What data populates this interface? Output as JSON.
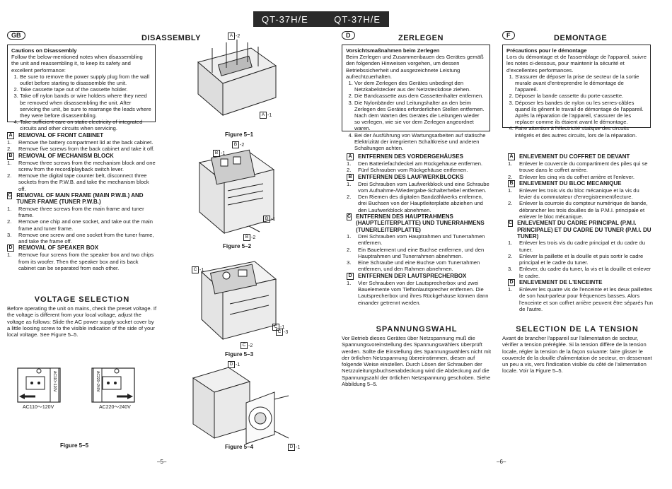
{
  "header": {
    "model_left": "QT-37H/E",
    "model_right": "QT-37H/E"
  },
  "page_numbers": {
    "left": "–5–",
    "right": "–6–"
  },
  "en": {
    "badge": "GB",
    "title": "DISASSEMBLY",
    "cautions_title": "Cautions on Disassembly",
    "cautions_intro": "Follow the below-mentioned notes when disassembling the unit and reassembling it, to keep its safety and excellent performance:",
    "cautions": [
      "Be sure to remove the power supply plug from the wall outlet before starting to disassemble the unit.",
      "Take cassette tape out of the cassette holder.",
      "Take off nylon bands or wire holders where they need be removed when disassembling the unit. After servicing the unit, be sure to rearrange the leads where they were before disassembling.",
      "Take sufficient care on static electricity of integrated circuits and other circuits when servicing."
    ],
    "sections": [
      {
        "letter": "A",
        "title": "REMOVAL OF FRONT CABINET",
        "items": [
          "Remove the battery compartment lid at the back cabinet.",
          "Remove five screws from the back cabinet and take it off."
        ]
      },
      {
        "letter": "B",
        "title": "REMOVAL OF MECHANISM BLOCK",
        "items": [
          "Remove three screws from the mechanism block and one screw from the record/playback switch lever.",
          "Remove the digital tape counter belt, disconnect three sockets from the P.W.B. and take the mechanism block off."
        ]
      },
      {
        "letter": "C",
        "title": "REMOVAL OF MAIN FRAME (MAIN P.W.B.) AND TUNER FRAME (TUNER P.W.B.)",
        "items": [
          "Remove three screws from the main frame and tuner frame.",
          "Remove one chip and one socket, and take out the main frame and tuner frame.",
          "Remove one screw and one socket from the tuner frame, and take the frame off."
        ]
      },
      {
        "letter": "D",
        "title": "REMOVAL OF SPEAKER BOX",
        "items": [
          "Remove four screws from the speaker box and two chips from its woofer. Then the speaker box and its back cabinet can be separated from each other."
        ]
      }
    ],
    "voltage_title": "VOLTAGE SELECTION",
    "voltage_text": "Before operating the unit on mains, check the preset voltage. If the voltage is different from your local voltage, adjust the voltage as follows: Slide the AC power supply socket cover by a little loosing screw to the visible indication of the side of your local voltage. See Figure 5–5.",
    "switch_left": "AC110～120V",
    "switch_right": "AC220～240V",
    "switch_left_mark": "AC110~120V",
    "switch_right_mark": "AC220~240V",
    "fig55": "Figure 5–5"
  },
  "de": {
    "badge": "D",
    "title": "ZERLEGEN",
    "cautions_title": "Vorsichtsmaßnahmen beim Zerlegen",
    "cautions_intro": "Beim Zerlegen und Zusammenbauen des Gerätes gemäß den folgenden Hinweisen vorgehen, um dessen Betriebssicherheit und ausgezeichnete Leistung aufrechtzuerhalten.",
    "cautions": [
      "Vor dem Zerlegen des Gerätes unbedingt den Netzkabelstecker aus der Netzsteckdose ziehen.",
      "Die Bandcassette aus dem Cassettenhalter entfernen.",
      "Die Nylonbänder und Leitungshalter an den beim Zerlegen des Gerätes erforderlichen Stellen entfernen. Nach dem Warten des Gerätes die Leitungen wieder so verlegen, wie sie vor dem Zerlegen angeordnet waren.",
      "Bei der Ausführung von Wartungsarbeiten auf statische Elektrizität der integrierten Schaltkreise und anderen Schaltungen achten."
    ],
    "sections": [
      {
        "letter": "A",
        "title": "ENTFERNEN DES VORDERGEHÄUSES",
        "items": [
          "Den Batteriefachdeckel am Rückgehäuse entfernen.",
          "Fünf Schrauben vom Rückgehäuse entfernen."
        ]
      },
      {
        "letter": "B",
        "title": "ENTFERNEN DES LAUFWERKBLOCKS",
        "items": [
          "Drei Schrauben vom Laufwerkblock und eine Schraube vom Aufnahme-/Wiedergabe-Schalterhebel entfernen.",
          "Den Riemen des digitalen Bandzählwerks entfernen, drei Buchsen von der Hauptleiterplatte abziehen und den Laufwerkblock abnehmen."
        ]
      },
      {
        "letter": "C",
        "title": "ENTFERNEN DES HAUPTRAHMENS (HAUPTLEITERPLATTE) UND TUNERRAHMENS (TUNERLEITERPLATTE)",
        "items": [
          "Drei Schrauben vom Hauptrahmen und Tunerrahmen entfernen.",
          "Ein Bauelement und eine Buchse entfernen, und den Hauptrahmen und Tunerrahmen abnehmen.",
          "Eine Schraube und eine Buchse vom Tunerrahmen entfernen, und den Rahmen abnehmen."
        ]
      },
      {
        "letter": "D",
        "title": "ENTFERNEN DER LAUTSPRECHERBOX",
        "items": [
          "Vier Schrauben von der Lautsprecherbox und zwei Bauelemente vom Tieftonlautsprecher entfernen. Die Lautsprecherbox und ihres Rückgehäuse können dann einander getrennt werden."
        ]
      }
    ],
    "voltage_title": "SPANNUNGSWAHL",
    "voltage_text": "Vor Betrieb dieses Gerätes über Netzspannung muß die Spannungsvoreinstellung des Spannungswählers überprüft werden. Sollte die Einstellung des Spannungswählers nicht mit der örtlichen Netzspannung übereinstimmen, diesen auf folgende Weise einstellen. Durch Lösen der Schrauben der Netzzuleitungsbuchsenabdeckung wird die Abdeckung auf die Spannungszahl der örtlichen Netzspannung geschoben. Siehe Abbildung 5–5."
  },
  "fr": {
    "badge": "F",
    "title": "DEMONTAGE",
    "cautions_title": "Précautions pour le démontage",
    "cautions_intro": "Lors du démontage et de l'assemblage de l'appareil, suivre les notes ci-dessous, pour maintenir la sécurité et d'excellentes performances.",
    "cautions": [
      "S'assurer de déposer la prise de secteur de la sortie murale avant d'entreprendre le démontage de l'appareil.",
      "Déposer la bande cassette du porte-cassette.",
      "Déposer les bandes de nylon ou les serres-câbles quand ils gênent le travail de démontage de l'appareil. Après la réparation de l'appareil, s'assurer de les replacer comme ils étaient avant le démontage.",
      "Faire attention à l'électricité statique des circuits intégrés et des autres circuits, lors de la réparation."
    ],
    "sections": [
      {
        "letter": "A",
        "title": "ENLEVEMENT DU COFFRET DE DEVANT",
        "items": [
          "Enlever le couvercle du compartiment des piles qui se trouve dans le coffret arrière.",
          "Enlever les cinq vis du coffret arrière et l'enlever."
        ]
      },
      {
        "letter": "B",
        "title": "ENLEVEMENT DU BLOC MECANIQUE",
        "items": [
          "Enlever les trois vis du bloc mécanique et la vis du levier du commutateur d'enregistrement/lecture.",
          "Enlever la courroie du compteur numérique de bande, débrancher les trois douilles de la P.M.I. principale et enlever le bloc mécanique."
        ]
      },
      {
        "letter": "C",
        "title": "ENLEVEMENT DU CADRE PRINCIPAL (P.M.I. PRINCIPALE) ET DU CADRE DU TUNER (P.M.I. DU TUNER)",
        "items": [
          "Enlever les trois vis du cadre principal et du cadre du tuner.",
          "Enlever la paillette et la douille et puis sortir le cadre principal et le cadre du tuner.",
          "Enlever, du cadre du tuner, la vis et la douille et enlever le cadre."
        ]
      },
      {
        "letter": "D",
        "title": "ENLEVEMENT DE L'ENCEINTE",
        "items": [
          "Enlever les quatre vis de l'enceinte et les deux paillettes de son haut-parleur pour fréquences basses. Alors l'enceinte et son coffret arrière peuvent être séparés l'un de l'autre."
        ]
      }
    ],
    "voltage_title": "SELECTION DE LA TENSION",
    "voltage_text": "Avant de brancher l'appareil sur l'alimentation de secteur, vérifier a tension préréglée. Si la tension diffère de la tension locale, régler la tension de la façon suivante: faire glisser le couvercle de la douille d'alimentation de secteur, en desserrant un peu a vis, vers l'indication visible du côté de l'alimentation locale. Voir la Figure 5–5."
  },
  "figures": {
    "f1": "Figure 5–1",
    "f2": "Figure 5–2",
    "f3": "Figure 5–3",
    "f4": "Figure 5–4",
    "callouts": {
      "a2": "-2",
      "a1": "-1",
      "b1": "-1",
      "b2": "-2",
      "b1b": "-1",
      "b2b": "-2",
      "c1": "-1",
      "c2": "-2",
      "c3": "-3",
      "c1b": "-1",
      "d1": "-1",
      "d1b": "-1"
    }
  }
}
